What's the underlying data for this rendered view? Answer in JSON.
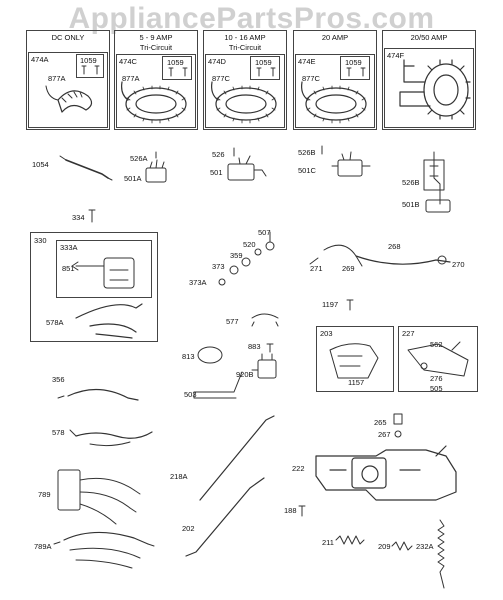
{
  "watermark": "AppliancePartsPros.com",
  "stator_boxes": [
    {
      "id": "dc",
      "header": "DC ONLY",
      "sub": "",
      "tag": "474A",
      "ref": "1059",
      "part": "877A"
    },
    {
      "id": "59",
      "header": "5 - 9 AMP",
      "sub": "Tri-Circuit",
      "tag": "474C",
      "ref": "1059",
      "part": "877A"
    },
    {
      "id": "1016",
      "header": "10 - 16 AMP",
      "sub": "Tri-Circuit",
      "tag": "474D",
      "ref": "1059",
      "part": "877C"
    },
    {
      "id": "20",
      "header": "20 AMP",
      "sub": "",
      "tag": "474E",
      "ref": "1059",
      "part": "877C"
    },
    {
      "id": "2050",
      "header": "20/50 AMP",
      "sub": "",
      "tag": "474F",
      "ref": "",
      "part": ""
    }
  ],
  "labels": {
    "p1054": "1054",
    "p526a": "526A",
    "p501a": "501A",
    "p526": "526",
    "p501": "501",
    "p526b_1": "526B",
    "p501c": "501C",
    "p526b_2": "526B",
    "p501b": "501B",
    "p334": "334",
    "p330": "330",
    "p333a": "333A",
    "p851": "851",
    "p578a": "578A",
    "p507": "507",
    "p520": "520",
    "p359": "359",
    "p373": "373",
    "p373a": "373A",
    "p268": "268",
    "p271": "271",
    "p269": "269",
    "p270": "270",
    "p1197": "1197",
    "p577": "577",
    "p883": "883",
    "p813": "813",
    "p920b": "920B",
    "p503": "503",
    "p203": "203",
    "p1157": "1157",
    "p227": "227",
    "p562": "562",
    "p276": "276",
    "p505": "505",
    "p356": "356",
    "p578": "578",
    "p789": "789",
    "p789a": "789A",
    "p218a": "218A",
    "p202": "202",
    "p265": "265",
    "p267": "267",
    "p222": "222",
    "p188": "188",
    "p211": "211",
    "p209": "209",
    "p232a": "232A"
  }
}
